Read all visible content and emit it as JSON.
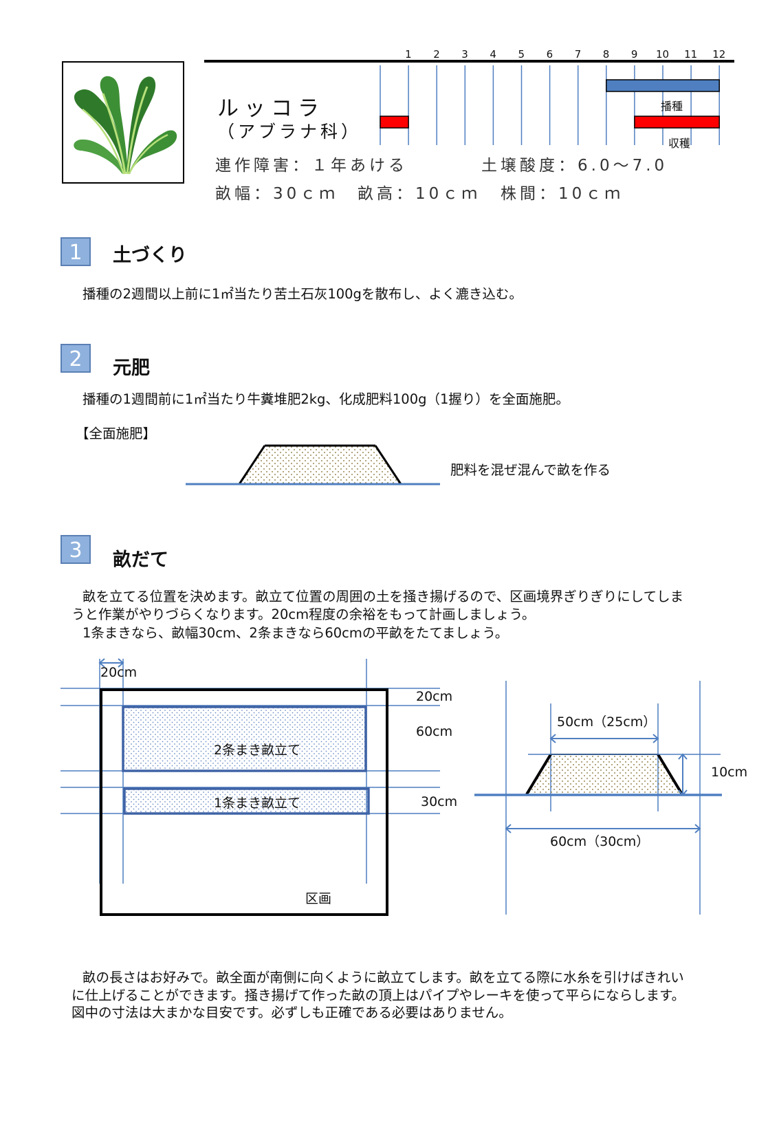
{
  "header": {
    "name": "ルッコラ",
    "family": "（アブラナ科）",
    "rotation": "連作障害：１年あける",
    "ph": "土壌酸度：6.0〜7.0",
    "ridge_width": "畝幅：30ｃｍ",
    "ridge_height": "畝高：10ｃｍ",
    "spacing": "株間：10ｃｍ"
  },
  "calendar": {
    "months": [
      "1",
      "2",
      "3",
      "4",
      "5",
      "6",
      "7",
      "8",
      "9",
      "10",
      "11",
      "12"
    ],
    "sowing_label": "播種",
    "harvest_label": "収穫",
    "sowing_color": "#4f7fc1",
    "harvest_color": "#ff0000",
    "sowing_months": [
      9,
      12
    ],
    "harvest_months": [
      [
        1,
        1
      ],
      [
        10,
        12
      ]
    ]
  },
  "sections": [
    {
      "number": "1",
      "title": "土づくり",
      "text": "播種の2週間以上前に1㎡当たり苦土石灰100gを散布し、よく漉き込む。"
    },
    {
      "number": "2",
      "title": "元肥",
      "text": "播種の1週間前に1㎡当たり牛糞堆肥2kg、化成肥料100g（1握り）を全面施肥。",
      "sub_label": "【全面施肥】",
      "note": "肥料を混ぜ混んで畝を作る"
    },
    {
      "number": "3",
      "title": "畝だて",
      "text1": "畝を立てる位置を決めます。畝立て位置の周囲の土を掻き揚げるので、区画境界ぎりぎりにしてしま",
      "text2": "うと作業がやりづらくなります。20cm程度の余裕をもって計画しましょう。",
      "text3": "1条まきなら、畝幅30cm、2条まきなら60cmの平畝をたてましょう。"
    }
  ],
  "plan": {
    "dim_left": "20cm",
    "dim_top": "20cm",
    "dim_60": "60cm",
    "dim_30": "30cm",
    "bed_two_row": "2条まき畝立て",
    "bed_one_row": "1条まき畝立て",
    "plot": "区画"
  },
  "section_view": {
    "top_width": "50cm（25cm）",
    "height": "10cm",
    "base_width": "60cm（30cm）"
  },
  "footer": {
    "line1": "畝の長さはお好みで。畝全面が南側に向くように畝立てします。畝を立てる際に水糸を引けばきれい",
    "line2": "に仕上げることができます。掻き揚げて作った畝の頂上はパイプやレーキを使って平らにならします。",
    "line3": "図中の寸法は大まかな目安です。必ずしも正確である必要はありません。"
  }
}
